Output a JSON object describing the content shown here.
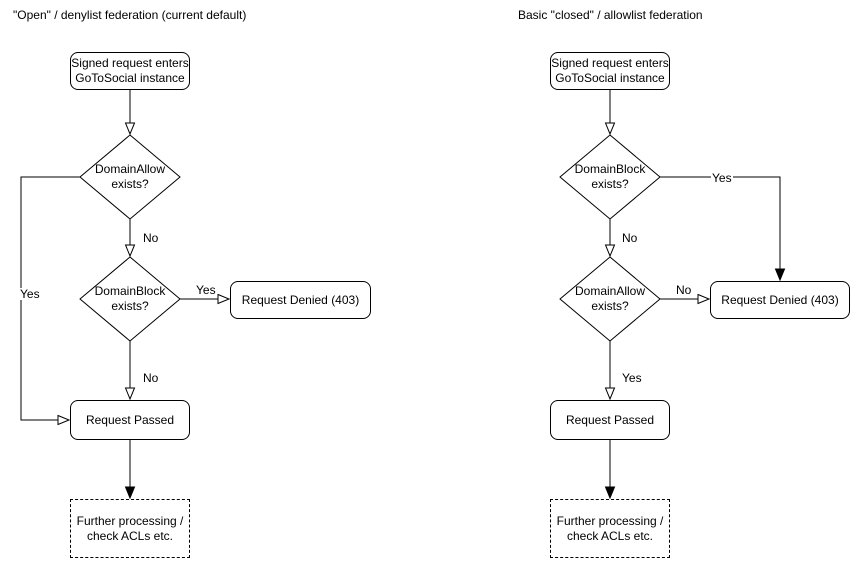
{
  "canvas": {
    "background_color": "#ffffff",
    "stroke_color": "#000000",
    "text_color": "#000000"
  },
  "diagrams": [
    {
      "title": "\"Open\" / denylist federation (current default)",
      "nodes": {
        "start": "Signed request enters\nGoToSocial instance",
        "decision1": "DomainAllow\nexists?",
        "decision2": "DomainBlock\nexists?",
        "denied": "Request Denied (403)",
        "passed": "Request Passed",
        "further": "Further processing /\ncheck ACLs etc."
      },
      "edge_labels": {
        "decision1_down": "No",
        "decision1_side": "Yes",
        "decision2_down": "No",
        "decision2_side": "Yes"
      }
    },
    {
      "title": "Basic \"closed\" / allowlist federation",
      "nodes": {
        "start": "Signed request enters\nGoToSocial instance",
        "decision1": "DomainBlock\nexists?",
        "decision2": "DomainAllow\nexists?",
        "denied": "Request Denied (403)",
        "passed": "Request Passed",
        "further": "Further processing /\ncheck ACLs etc."
      },
      "edge_labels": {
        "decision1_down": "No",
        "decision1_side": "Yes",
        "decision2_down": "Yes",
        "decision2_side": "No"
      }
    }
  ]
}
